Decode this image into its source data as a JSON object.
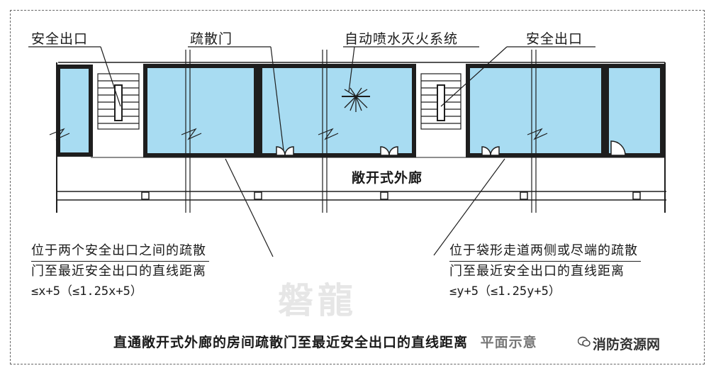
{
  "labels": {
    "exit_left": "安全出口",
    "evac_door": "疏散门",
    "sprinkler": "自动喷水灭火系统",
    "exit_right": "安全出口",
    "corridor": "敞开式外廊"
  },
  "notes": {
    "left": {
      "line1": "位于两个安全出口之间的疏散",
      "line2": "门至最近安全出口的直线距离",
      "line3": "≤x+5（≤1.25x+5）"
    },
    "right": {
      "line1": "位于袋形走道两侧或尽端的疏散",
      "line2": "门至最近安全出口的直线距离",
      "line3": "≤y+5（≤1.25y+5）"
    }
  },
  "caption": "直通敞开式外廊的房间疏散门至最近安全出口的直线距离",
  "caption_tail": "平面示意",
  "watermark": "磐龍",
  "source": "消防资源网",
  "colors": {
    "room_fill": "#a8dcf2",
    "wall": "#1e1e1e",
    "frame": "#666666"
  }
}
